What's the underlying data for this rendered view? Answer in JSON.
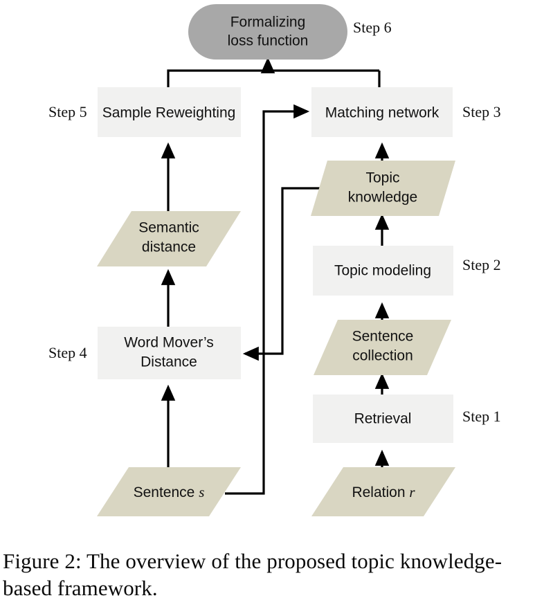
{
  "figure": {
    "caption_label": "Figure 2:",
    "caption_text": "The overview of the proposed topic knowledge-based framework.",
    "caption_full": "Figure 2:  The overview of the proposed topic knowledge-based framework."
  },
  "colors": {
    "background": "#ffffff",
    "process_fill": "#f1f1f0",
    "data_fill": "#d9d6c2",
    "terminal_fill": "#a8a8a8",
    "connector": "#000000",
    "text": "#111111"
  },
  "nodes": {
    "formalizing_loss": {
      "label_line1": "Formalizing",
      "label_line2": "loss function",
      "shape": "rounded-rectangle",
      "fill": "#a8a8a8"
    },
    "sample_reweighting": {
      "label": "Sample Reweighting",
      "shape": "rectangle",
      "fill": "#f1f1f0"
    },
    "matching_network": {
      "label": "Matching network",
      "shape": "rectangle",
      "fill": "#f1f1f0"
    },
    "topic_knowledge": {
      "label_line1": "Topic",
      "label_line2": "knowledge",
      "shape": "parallelogram",
      "fill": "#d9d6c2"
    },
    "semantic_distance": {
      "label_line1": "Semantic",
      "label_line2": "distance",
      "shape": "parallelogram",
      "fill": "#d9d6c2"
    },
    "topic_modeling": {
      "label": "Topic modeling",
      "shape": "rectangle",
      "fill": "#f1f1f0"
    },
    "sentence_collection": {
      "label_line1": "Sentence",
      "label_line2": "collection",
      "shape": "parallelogram",
      "fill": "#d9d6c2"
    },
    "word_movers_distance": {
      "label_line1": "Word Mover’s",
      "label_line2": "Distance",
      "shape": "rectangle",
      "fill": "#f1f1f0"
    },
    "retrieval": {
      "label": "Retrieval",
      "shape": "rectangle",
      "fill": "#f1f1f0"
    },
    "sentence_s": {
      "label_text": "Sentence ",
      "label_var": "s",
      "shape": "parallelogram",
      "fill": "#d9d6c2"
    },
    "relation_r": {
      "label_text": "Relation ",
      "label_var": "r",
      "shape": "parallelogram",
      "fill": "#d9d6c2"
    }
  },
  "steps": {
    "step1": "Step 1",
    "step2": "Step 2",
    "step3": "Step 3",
    "step4": "Step 4",
    "step5": "Step 5",
    "step6": "Step 6"
  }
}
